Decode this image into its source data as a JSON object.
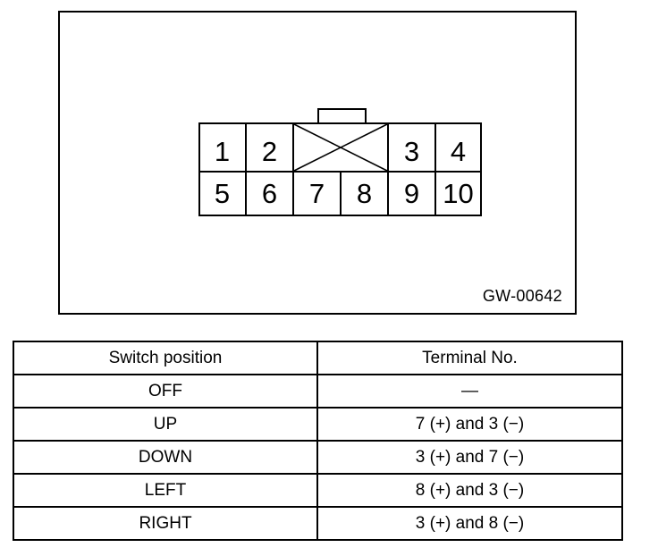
{
  "figure": {
    "reference_code": "GW-00642",
    "connector": {
      "description": "10-pin connector terminal layout",
      "top_row": [
        {
          "label": "1",
          "blank": false
        },
        {
          "label": "2",
          "blank": false
        },
        {
          "label": "",
          "blank": true,
          "span": 2
        },
        {
          "label": "3",
          "blank": false
        },
        {
          "label": "4",
          "blank": false
        }
      ],
      "bottom_row": [
        {
          "label": "5",
          "blank": false
        },
        {
          "label": "6",
          "blank": false
        },
        {
          "label": "7",
          "blank": false
        },
        {
          "label": "8",
          "blank": false
        },
        {
          "label": "9",
          "blank": false
        },
        {
          "label": "10",
          "blank": false
        }
      ]
    }
  },
  "table": {
    "headers": [
      "Switch position",
      "Terminal No."
    ],
    "rows": [
      {
        "position": "OFF",
        "terminal": "—"
      },
      {
        "position": "UP",
        "terminal": "7 (+) and 3 (−)"
      },
      {
        "position": "DOWN",
        "terminal": "3 (+) and 7 (−)"
      },
      {
        "position": "LEFT",
        "terminal": "8 (+) and 3 (−)"
      },
      {
        "position": "RIGHT",
        "terminal": "3 (+) and 8 (−)"
      }
    ]
  },
  "colors": {
    "line": "#000000",
    "background": "#ffffff"
  }
}
